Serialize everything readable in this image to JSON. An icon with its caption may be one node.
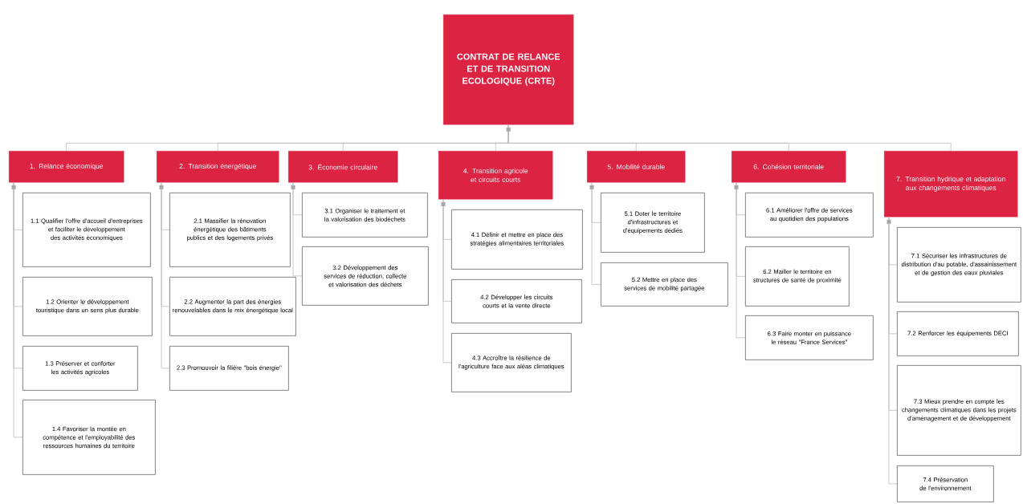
{
  "diagram": {
    "nodes": [
      {
        "text": [
          "CONTRAT DE RELANCE ET DE TRANSITION ECOLOGIQUE (CRTE)"
        ]
      },
      {
        "text": [
          "1. Relance économique"
        ]
      },
      {
        "text": [
          "2. Transition énergétique"
        ]
      },
      {
        "text": [
          "3. Économie circulaire"
        ]
      },
      {
        "text": [
          "4. Transition agricole et circuits courts"
        ]
      },
      {
        "text": [
          "5. Mobilité durable"
        ]
      },
      {
        "text": [
          "6. Cohésion territoriale"
        ]
      },
      {
        "text": [
          "7. Transition hydrique et adaptation aux changements climatiques"
        ]
      },
      {
        "text": [
          "1.1 Qualifier l'offre d'accueil d'entreprises et faciliter le développement des activités économiques"
        ]
      },
      {
        "text": [
          "1.2 Orienter le développement touristique dans un sens plus durable"
        ]
      },
      {
        "text": [
          "1.3 Préserver et conforter les activités agricoles"
        ]
      },
      {
        "text": [
          "1.4 Favoriser la montée en compétence et l'employabilité des ressources humaines du territoire"
        ]
      },
      {
        "text": [
          "2.1 Massifier la rénovation énergétique des bâtiments publics et des logements privés"
        ]
      },
      {
        "text": [
          "2.2 Augmenter la part des énergies renouvelables dans le mix énergétique local"
        ]
      },
      {
        "text": [
          "2.3 Promouvoir la filière \"bois énergie\""
        ]
      },
      {
        "text": [
          "3.1 Organiser le traitement et la valorisation des biodéchets"
        ]
      },
      {
        "text": [
          "3.2 Développement des services de réduction, collecte et valorisation des déchets"
        ]
      },
      {
        "text": [
          "4.1 Définir et mettre en place des stratégies alimentaires territoriales"
        ]
      },
      {
        "text": [
          "4.2 Développer les circuits courts et la vente directe"
        ]
      },
      {
        "text": [
          "4.3 Accroître la résilience de l'agriculture face aux aléas climatiques"
        ]
      },
      {
        "text": [
          "5.1 Doter le territoire d'infrastructures et d'équipements dédiés"
        ]
      },
      {
        "text": [
          "5.2 Mettre en place des services de mobilité partagée"
        ]
      },
      {
        "text": [
          "6.1 Améliorer l'offre de services au quotidien des populations"
        ]
      },
      {
        "text": [
          "6.2 Mailler le territoire en structures de santé de proximité"
        ]
      },
      {
        "text": [
          "6.3 Faire monter en puissance le réseau \"France Services\""
        ]
      },
      {
        "text": [
          "7.1 Sécuriser les infrastructures de distribution d'au potable, d'assainissement et de gestion des eaux pluviales"
        ]
      },
      {
        "text": [
          "7.2 Renforcer les équipements DECI"
        ]
      },
      {
        "text": [
          "7.3 Mieux prendre en compte les changements climatiques dans les projets d'aménagement et de développement"
        ]
      },
      {
        "text": [
          "7.4 Préservation de l'environnement"
        ]
      }
    ],
    "edges": [
      {
        "from": 0,
        "to": 1,
        "arrow": "none"
      },
      {
        "from": 0,
        "to": 2,
        "arrow": "none"
      },
      {
        "from": 0,
        "to": 3,
        "arrow": "none"
      },
      {
        "from": 0,
        "to": 4,
        "arrow": "none"
      },
      {
        "from": 0,
        "to": 5,
        "arrow": "none"
      },
      {
        "from": 0,
        "to": 6,
        "arrow": "none"
      },
      {
        "from": 0,
        "to": 7,
        "arrow": "none"
      },
      {
        "from": 1,
        "to": 8,
        "arrow": "none"
      },
      {
        "from": 1,
        "to": 9,
        "arrow": "none"
      },
      {
        "from": 1,
        "to": 10,
        "arrow": "none"
      },
      {
        "from": 1,
        "to": 11,
        "arrow": "none"
      },
      {
        "from": 2,
        "to": 12,
        "arrow": "none"
      },
      {
        "from": 2,
        "to": 13,
        "arrow": "none"
      },
      {
        "from": 2,
        "to": 14,
        "arrow": "none"
      },
      {
        "from": 3,
        "to": 15,
        "arrow": "none"
      },
      {
        "from": 3,
        "to": 16,
        "arrow": "none"
      },
      {
        "from": 4,
        "to": 17,
        "arrow": "none"
      },
      {
        "from": 4,
        "to": 18,
        "arrow": "none"
      },
      {
        "from": 4,
        "to": 19,
        "arrow": "none"
      },
      {
        "from": 5,
        "to": 20,
        "arrow": "none"
      },
      {
        "from": 5,
        "to": 21,
        "arrow": "none"
      },
      {
        "from": 6,
        "to": 22,
        "arrow": "none"
      },
      {
        "from": 6,
        "to": 23,
        "arrow": "none"
      },
      {
        "from": 6,
        "to": 24,
        "arrow": "none"
      },
      {
        "from": 7,
        "to": 25,
        "arrow": "none"
      },
      {
        "from": 7,
        "to": 26,
        "arrow": "none"
      },
      {
        "from": 7,
        "to": 27,
        "arrow": "none"
      },
      {
        "from": 7,
        "to": 28,
        "arrow": "none"
      }
    ]
  }
}
